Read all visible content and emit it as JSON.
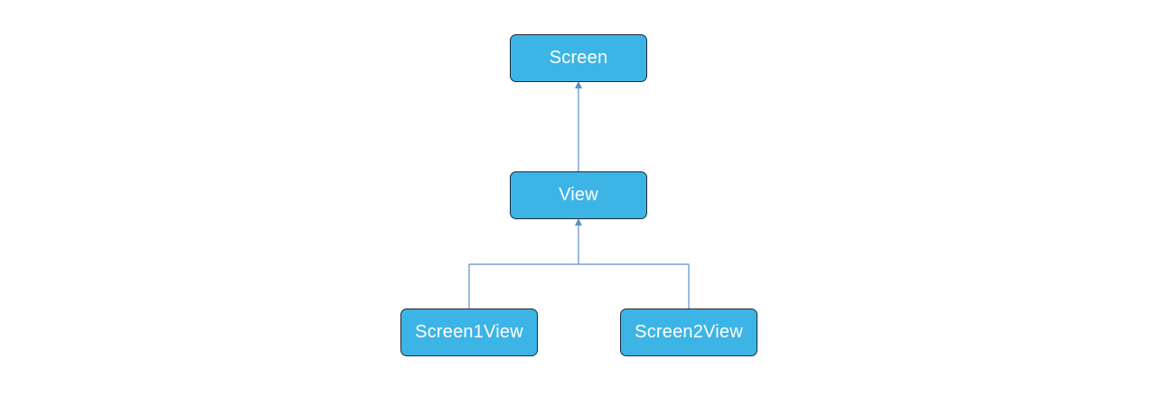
{
  "diagram": {
    "nodes": {
      "screen": "Screen",
      "view": "View",
      "screen1view": "Screen1View",
      "screen2view": "Screen2View"
    },
    "edges": [
      {
        "from": "View",
        "to": "Screen",
        "style": "inheritance-arrow"
      },
      {
        "from": "Screen1View",
        "to": "View",
        "style": "inheritance-arrow"
      },
      {
        "from": "Screen2View",
        "to": "View",
        "style": "inheritance-arrow"
      }
    ],
    "colors": {
      "node_fill": "#3db4e6",
      "node_border": "#1d2b36",
      "node_text": "#ffffff",
      "connector": "#5b8fc9"
    }
  }
}
